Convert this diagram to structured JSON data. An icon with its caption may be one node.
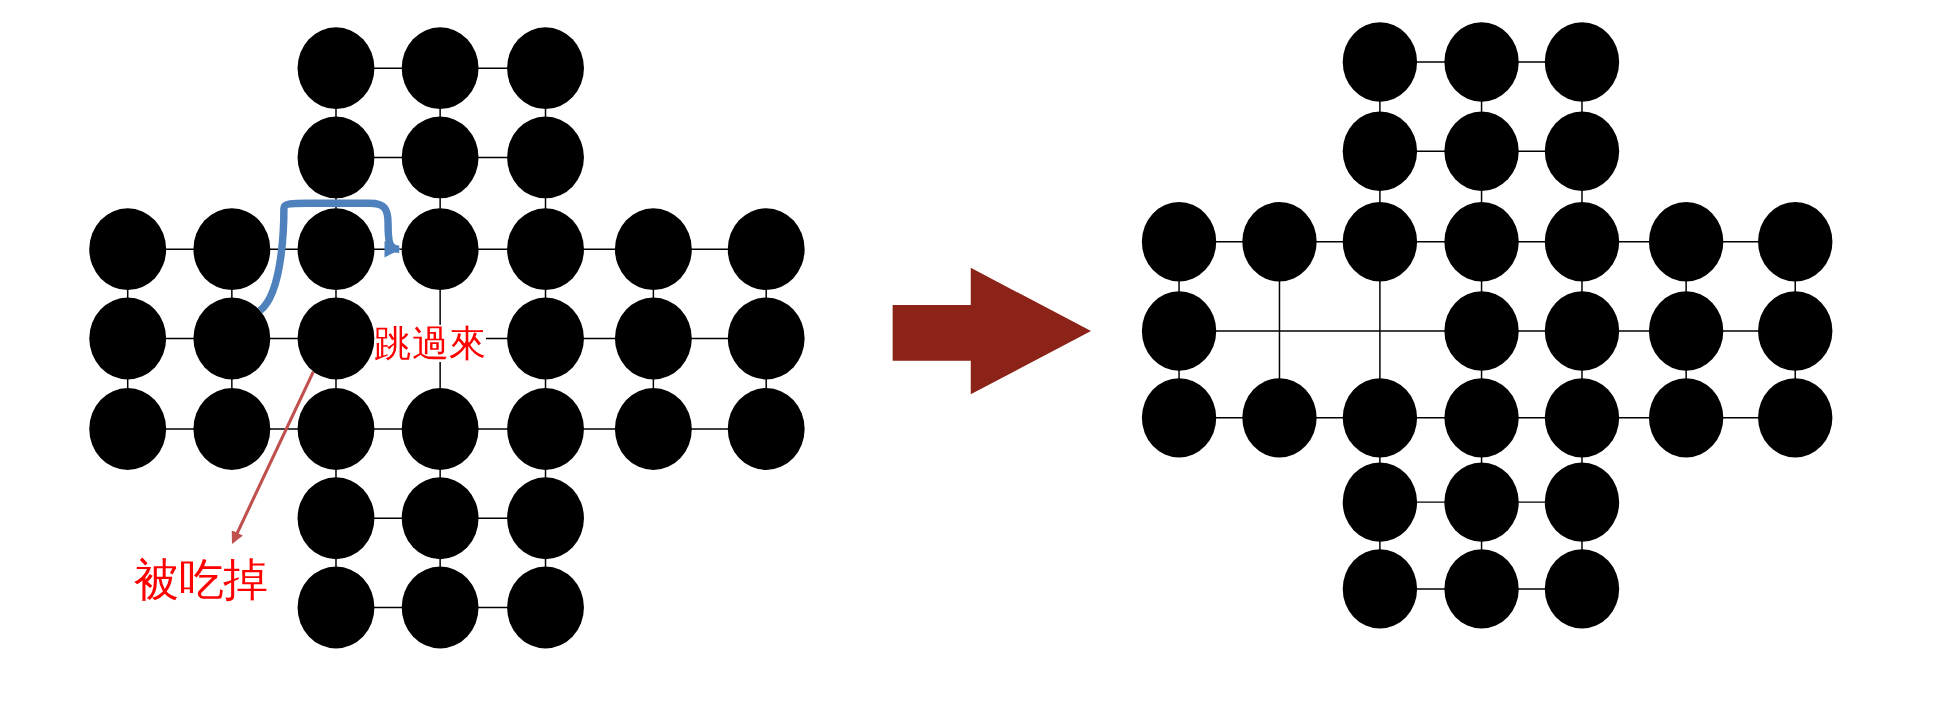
{
  "diagram": {
    "nodes": [
      {
        "text": [],
        "shape": "circle"
      },
      {
        "text": [],
        "shape": "circle"
      },
      {
        "text": [],
        "shape": "circle"
      },
      {
        "text": [],
        "shape": "circle"
      },
      {
        "text": [],
        "shape": "circle"
      },
      {
        "text": [],
        "shape": "circle"
      },
      {
        "text": [],
        "shape": "circle"
      },
      {
        "text": [],
        "shape": "circle"
      },
      {
        "text": [],
        "shape": "circle"
      },
      {
        "text": [],
        "shape": "circle"
      },
      {
        "text": [],
        "shape": "circle"
      },
      {
        "text": [],
        "shape": "circle"
      },
      {
        "text": [],
        "shape": "circle"
      },
      {
        "text": [],
        "shape": "circle"
      },
      {
        "text": [],
        "shape": "circle"
      },
      {
        "text": [],
        "shape": "circle"
      },
      {
        "text": [],
        "shape": "circle"
      },
      {
        "text": [],
        "shape": "circle"
      },
      {
        "text": [],
        "shape": "circle"
      },
      {
        "text": [],
        "shape": "circle"
      },
      {
        "text": [],
        "shape": "circle"
      },
      {
        "text": [],
        "shape": "circle"
      },
      {
        "text": [],
        "shape": "circle"
      },
      {
        "text": [],
        "shape": "circle"
      },
      {
        "text": [],
        "shape": "circle"
      },
      {
        "text": [],
        "shape": "circle"
      },
      {
        "text": [],
        "shape": "circle"
      },
      {
        "text": [],
        "shape": "circle"
      },
      {
        "text": [],
        "shape": "circle"
      },
      {
        "text": [],
        "shape": "circle"
      },
      {
        "text": [],
        "shape": "circle"
      },
      {
        "text": [],
        "shape": "circle"
      },
      {
        "text": [
          "被吃掉"
        ]
      },
      {
        "text": [],
        "shape": "circle"
      },
      {
        "text": [],
        "shape": "circle"
      },
      {
        "text": [],
        "shape": "circle"
      },
      {
        "text": [],
        "shape": "circle"
      },
      {
        "text": [],
        "shape": "circle"
      },
      {
        "text": [],
        "shape": "circle"
      },
      {
        "text": [],
        "shape": "circle"
      },
      {
        "text": [],
        "shape": "circle"
      },
      {
        "text": [],
        "shape": "circle"
      },
      {
        "text": [],
        "shape": "circle"
      },
      {
        "text": [],
        "shape": "circle"
      },
      {
        "text": [],
        "shape": "circle"
      },
      {
        "text": [],
        "shape": "circle"
      },
      {
        "text": [],
        "shape": "circle"
      },
      {
        "text": [],
        "shape": "circle"
      },
      {
        "text": [],
        "shape": "circle"
      },
      {
        "text": [],
        "shape": "circle"
      },
      {
        "text": [],
        "shape": "circle"
      },
      {
        "text": [],
        "shape": "circle"
      },
      {
        "text": [],
        "shape": "circle"
      },
      {
        "text": [],
        "shape": "circle"
      },
      {
        "text": [],
        "shape": "circle"
      },
      {
        "text": [],
        "shape": "circle"
      },
      {
        "text": [],
        "shape": "circle"
      },
      {
        "text": [],
        "shape": "circle"
      },
      {
        "text": [],
        "shape": "circle"
      },
      {
        "text": [],
        "shape": "circle"
      },
      {
        "text": [],
        "shape": "circle"
      },
      {
        "text": [],
        "shape": "circle"
      },
      {
        "text": [],
        "shape": "circle"
      },
      {
        "text": [],
        "shape": "circle"
      }
    ],
    "edges": [
      {
        "from": 14,
        "to": 9,
        "arrow": "to",
        "label": "跳過來",
        "style": "thick",
        "color": "#4f81bd"
      },
      {
        "from": 15,
        "to": 32,
        "arrow": "to",
        "color": "#c0504d"
      }
    ]
  }
}
